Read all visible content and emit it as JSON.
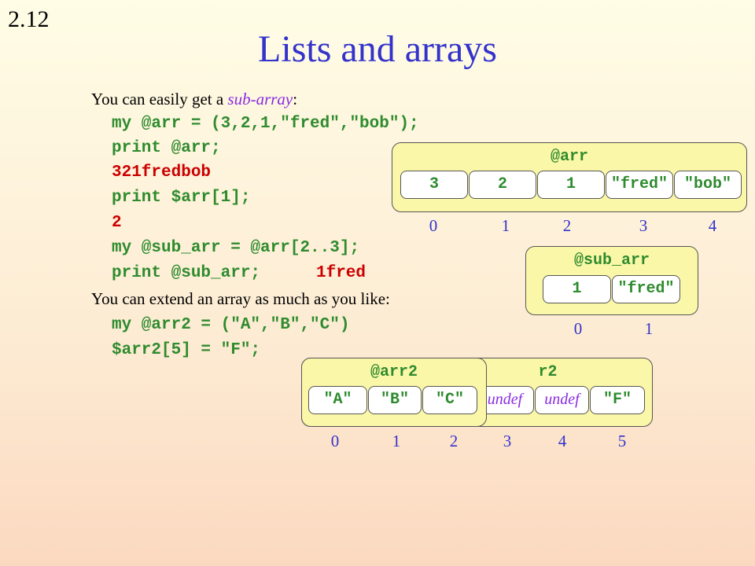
{
  "slide_number": "2.12",
  "title": "Lists and arrays",
  "lines": {
    "intro_pre": "You can easily get a ",
    "intro_em": "sub-array",
    "intro_post": ":",
    "code1": "my @arr = (3,2,1,\"fred\",\"bob\");",
    "code2": "print @arr;",
    "out2": "321fredbob",
    "code3": "print $arr[1];",
    "out3": "2",
    "code4": "my @sub_arr = @arr[2..3];",
    "code5": "print @sub_arr;",
    "out5": "1fred",
    "extend_text": "You can extend an array as much as you like:",
    "code6": "my @arr2 = (\"A\",\"B\",\"C\")",
    "code7": "$arr2[5] = \"F\";"
  },
  "arr": {
    "label": "@arr",
    "cells": [
      "3",
      "2",
      "1",
      "\"fred\"",
      "\"bob\""
    ],
    "indices": [
      "0",
      "1",
      "2",
      "3",
      "4"
    ]
  },
  "sub_arr": {
    "label": "@sub_arr",
    "cells": [
      "1",
      "\"fred\""
    ],
    "indices": [
      "0",
      "1"
    ]
  },
  "arr2_extended": {
    "label_partial": "r2",
    "cells": [
      "undef",
      "undef",
      "\"F\""
    ],
    "indices": [
      "0",
      "1",
      "2",
      "3",
      "4",
      "5"
    ]
  },
  "arr2_original": {
    "label": "@arr2",
    "cells": [
      "\"A\"",
      "\"B\"",
      "\"C\""
    ]
  },
  "colors": {
    "title": "#3333cc",
    "code": "#2e8b2e",
    "output": "#cc0000",
    "emphasis": "#8a2be2",
    "box_fill": "#fbf7a8"
  }
}
